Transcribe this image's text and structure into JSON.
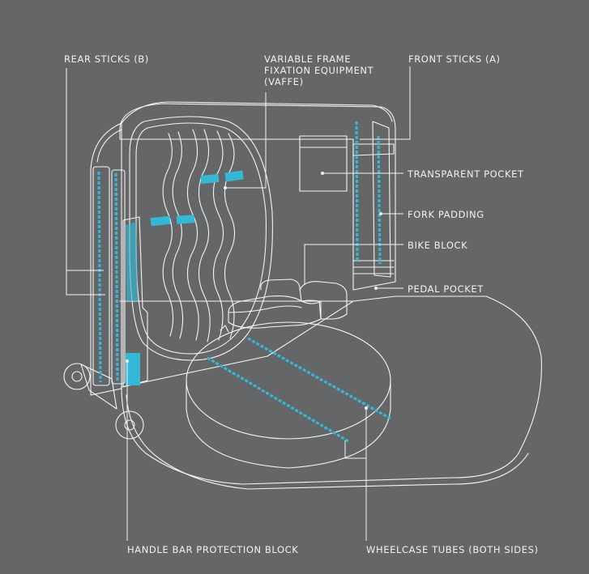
{
  "colors": {
    "background": "#646668",
    "outline": "#f5f5f5",
    "accent": "#35b8d6",
    "text": "#f2f2f2"
  },
  "labels": {
    "rear_sticks": "REAR STICKS (B)",
    "vaffe_line1": "VARIABLE FRAME",
    "vaffe_line2": "FIXATION EQUIPMENT",
    "vaffe_line3": "(VAFFE)",
    "front_sticks": "FRONT STICKS (A)",
    "transparent_pocket": "TRANSPARENT POCKET",
    "fork_padding": "FORK PADDING",
    "bike_block": "BIKE BLOCK",
    "pedal_pocket": "PEDAL POCKET",
    "handle_bar_block": "HANDLE BAR PROTECTION BLOCK",
    "wheelcase_tubes": "WHEELCASE TUBES (BOTH SIDES)"
  }
}
